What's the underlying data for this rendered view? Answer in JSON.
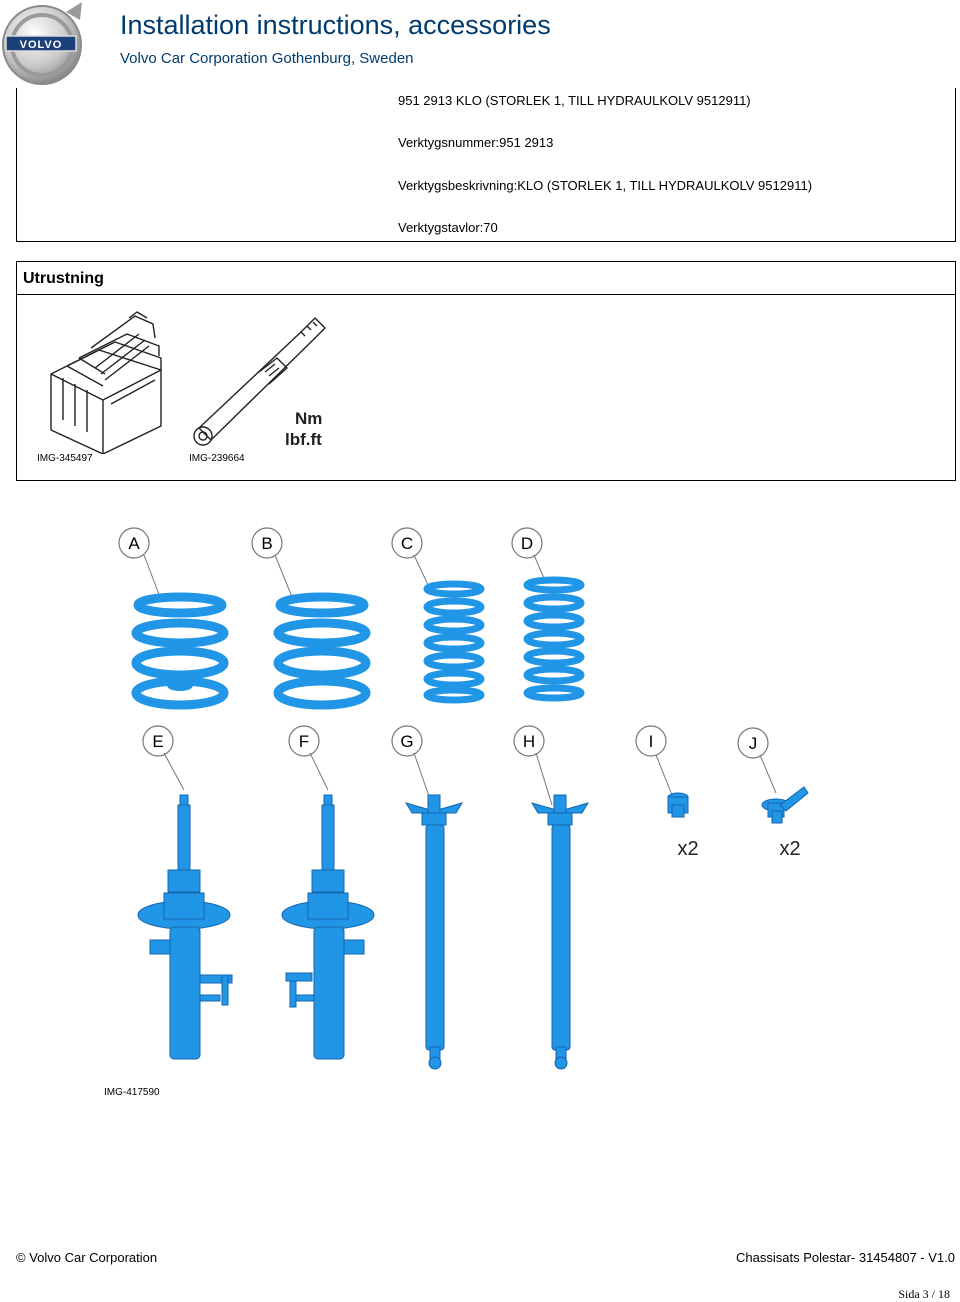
{
  "header": {
    "logo_text": "VOLVO",
    "title": "Installation instructions, accessories",
    "subtitle": "Volvo Car Corporation Gothenburg, Sweden"
  },
  "tool_section": {
    "lines": [
      "951 2913 KLO (STORLEK 1, TILL HYDRAULKOLV 9512911)",
      "Verktygsnummer:951 2913",
      "Verktygsbeskrivning:KLO (STORLEK 1, TILL HYDRAULKOLV 9512911)",
      "Verktygstavlor:70"
    ]
  },
  "equipment": {
    "heading": "Utrustning",
    "images": [
      {
        "caption": "IMG-345497",
        "icon": "toolbox-icon"
      },
      {
        "caption": "IMG-239664",
        "icon": "torque-wrench-icon",
        "labels": [
          "Nm",
          "lbf.ft"
        ]
      }
    ]
  },
  "parts_figure": {
    "caption": "IMG-417590",
    "labels": [
      "A",
      "B",
      "C",
      "D",
      "E",
      "F",
      "G",
      "H",
      "I",
      "J"
    ],
    "quantities": [
      "x2",
      "x2"
    ],
    "part_color": "#2196e6"
  },
  "footer": {
    "left": "© Volvo Car Corporation",
    "right": "Chassisats Polestar- 31454807 - V1.0",
    "page": "Sida 3 / 18"
  }
}
